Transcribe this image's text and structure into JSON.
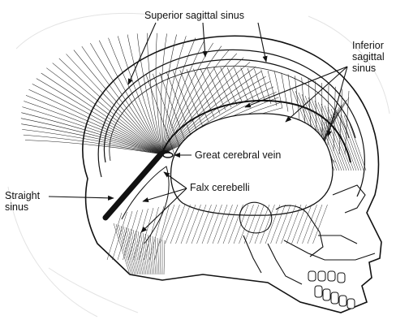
{
  "figure": {
    "labels": {
      "superior_sagittal_sinus": "Superior sagittal sinus",
      "inferior_sagittal_sinus_line1": "Inferior",
      "inferior_sagittal_sinus_line2": "sagittal",
      "inferior_sagittal_sinus_line3": "sinus",
      "great_cerebral_vein": "Great cerebral vein",
      "falx_cerebelli": "Falx cerebelli",
      "straight_sinus_line1": "Straight",
      "straight_sinus_line2": "sinus"
    },
    "colors": {
      "ink": "#111111",
      "paper": "#ffffff",
      "shade": "#d9d9d9"
    }
  }
}
